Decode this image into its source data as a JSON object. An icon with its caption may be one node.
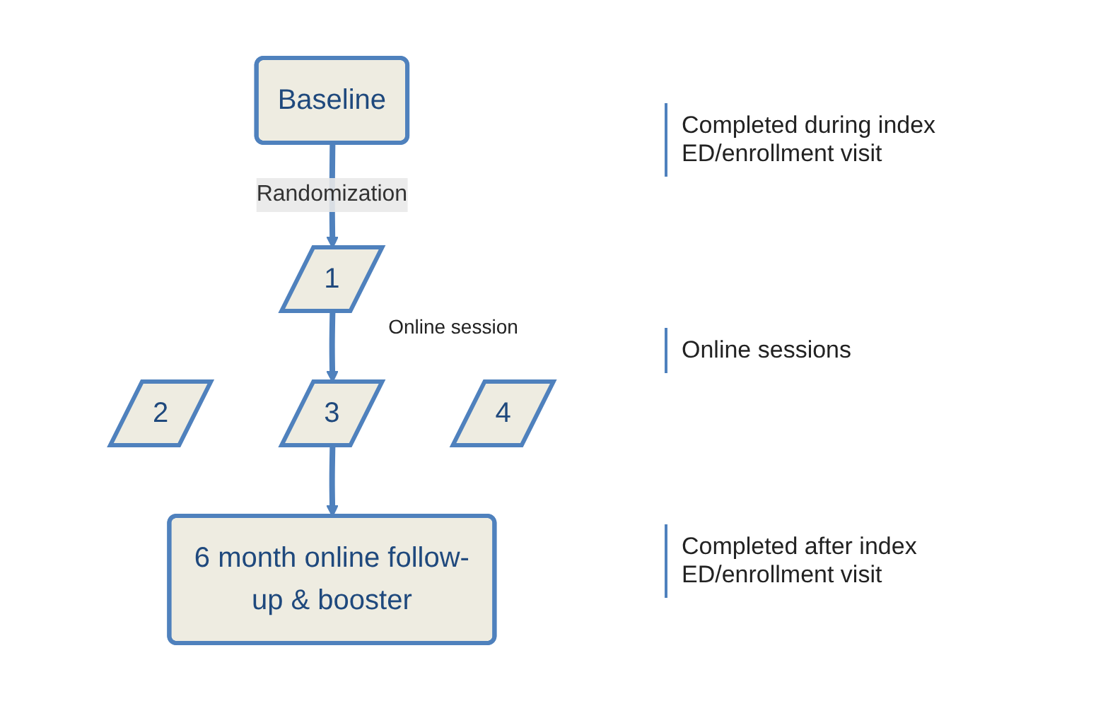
{
  "diagram": {
    "nodes": [
      {
        "text": [
          "Baseline"
        ]
      },
      {
        "text": [
          "1"
        ],
        "beside": [
          "Online session"
        ]
      },
      {
        "text": [
          "2"
        ]
      },
      {
        "text": [
          "3"
        ]
      },
      {
        "text": [
          "4"
        ]
      },
      {
        "text": [
          "6 month online follow-up & booster"
        ]
      }
    ],
    "edges": [
      {
        "from": 0,
        "to": 1,
        "arrow": "to",
        "label": "Randomization"
      },
      {
        "from": 1,
        "to": 3,
        "arrow": "to"
      },
      {
        "from": 3,
        "to": 5,
        "arrow": "to"
      }
    ],
    "labels": [
      "Completed during index ED/enrollment visit",
      "Online sessions",
      "Completed after index ED/enrollment visit"
    ]
  }
}
